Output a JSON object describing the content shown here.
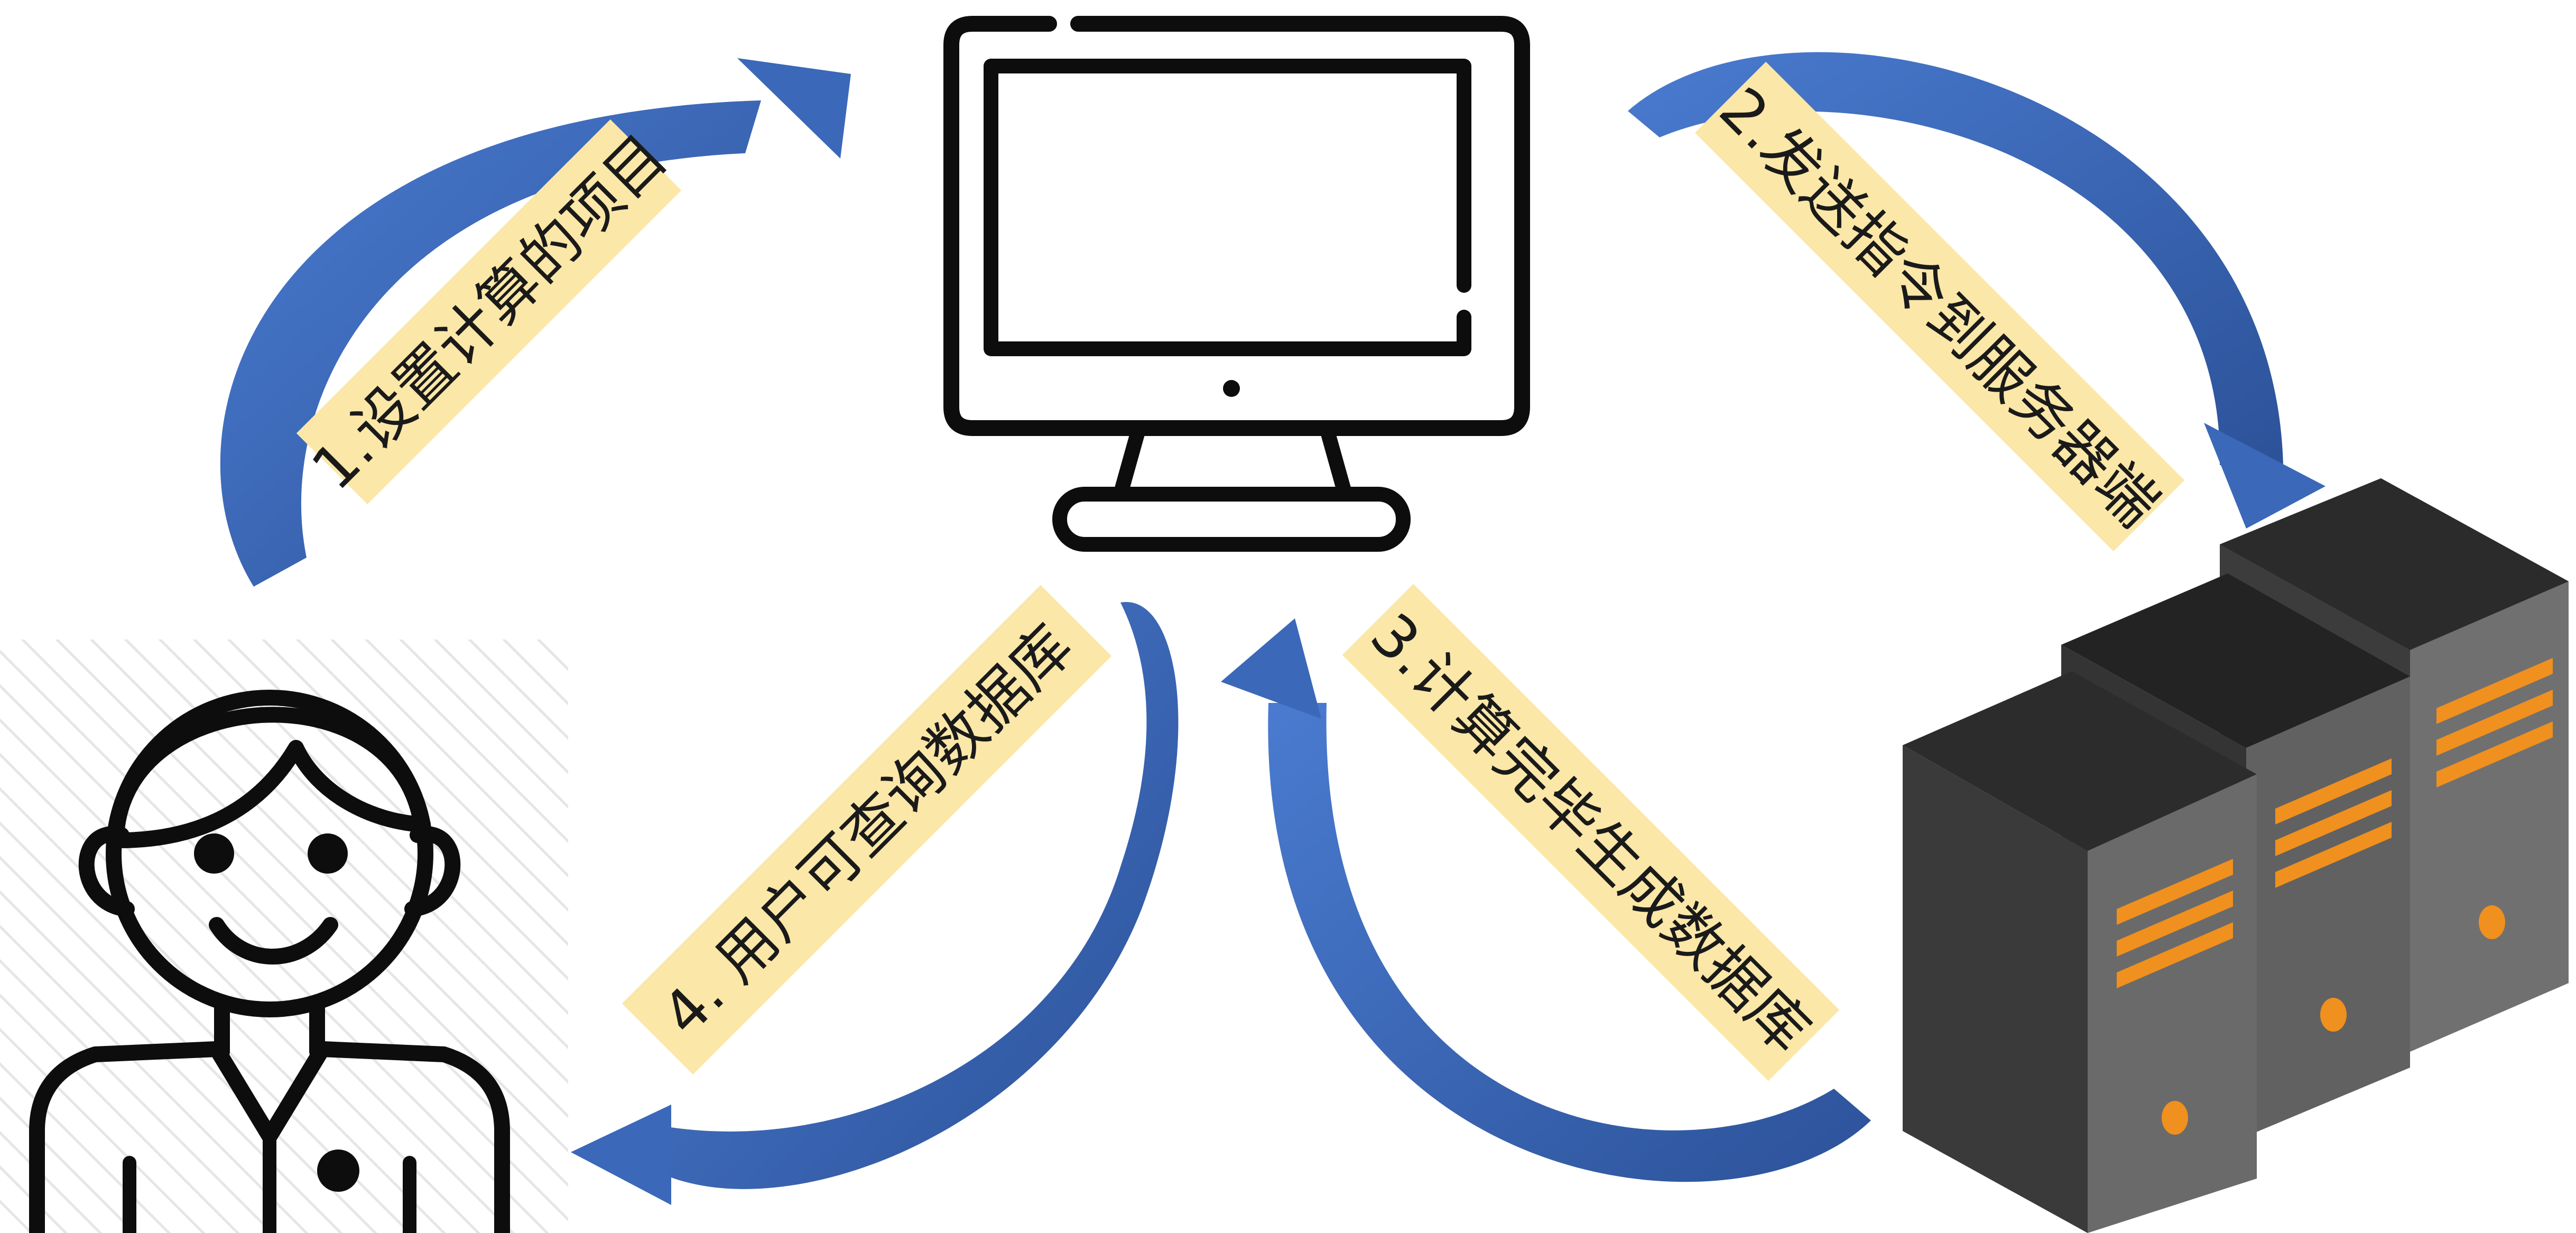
{
  "diagram": {
    "steps": [
      {
        "label": "1.设置计算的项目"
      },
      {
        "label": "2.发送指令到服务器端"
      },
      {
        "label": "3.计算完毕生成数据库"
      },
      {
        "label": "4. 用户可查询数据库"
      }
    ],
    "nodes": {
      "user": {
        "icon": "user-icon"
      },
      "computer": {
        "icon": "monitor-icon"
      },
      "servers": {
        "icon": "server-rack-icon"
      }
    },
    "colors": {
      "arrow": "#3b68b8",
      "arrow_dark": "#2a4f95",
      "label_bg": "#fbe7a8",
      "icon_stroke": "#0d0d0d",
      "server_body": "#3c3c3c",
      "server_top": "#2a2a2a",
      "server_side": "#6a6a6a",
      "server_stripe": "#f0901e"
    }
  }
}
